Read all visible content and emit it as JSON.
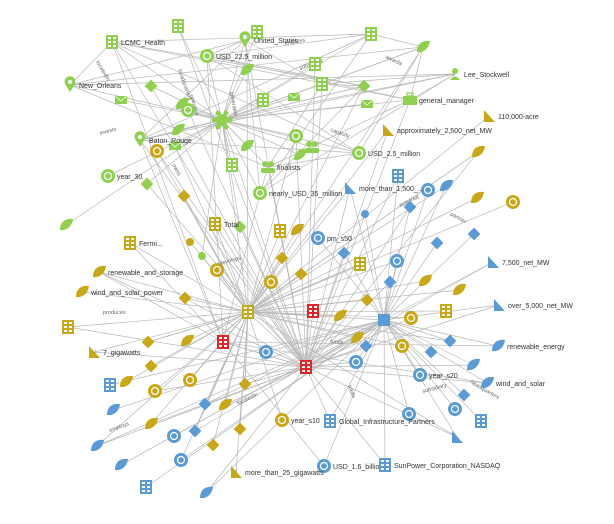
{
  "colors": {
    "green": "#8fd14f",
    "green_dark": "#6db33f",
    "gold": "#c9a817",
    "blue": "#5b9bd5",
    "blue_light": "#7fb3e6",
    "red": "#e02626",
    "edge": "#b8b8b8",
    "label": "#333333"
  },
  "nodes": [
    {
      "id": "lcmc_health",
      "label": "LCMC_Health",
      "icon": "building-icon",
      "color": "green"
    },
    {
      "id": "new_orleans",
      "label": "New_Orleans",
      "icon": "location-pin-icon",
      "color": "green"
    },
    {
      "id": "united_states",
      "label": "United_States",
      "icon": "location-pin-icon",
      "color": "green"
    },
    {
      "id": "usd_225_million",
      "label": "USD_22.5_million",
      "icon": "money-icon",
      "color": "green"
    },
    {
      "id": "general_manager",
      "label": "general_manager",
      "icon": "briefcase-icon",
      "color": "green"
    },
    {
      "id": "lee_stockwell",
      "label": "Lee_Stockwell",
      "icon": "person-icon",
      "color": "green"
    },
    {
      "id": "baton_rouge",
      "label": "Baton_Rouge",
      "icon": "location-pin-icon",
      "color": "green"
    },
    {
      "id": "usd_25_million",
      "label": "USD_2.5_million",
      "icon": "money-icon",
      "color": "green"
    },
    {
      "id": "finalists",
      "label": "finalists",
      "icon": "group-icon",
      "color": "green"
    },
    {
      "id": "nearly_usd_35_million",
      "label": "nearly_USD_35_million",
      "icon": "money-icon",
      "color": "green"
    },
    {
      "id": "approx_2500",
      "label": "approximately_2,500_net_MW",
      "icon": "measure-icon",
      "color": "gold"
    },
    {
      "id": "acre_110000",
      "label": "110,000-acre",
      "icon": "measure-icon",
      "color": "gold"
    },
    {
      "id": "more_than_1500",
      "label": "more_than_1,500_...",
      "icon": "measure-icon",
      "color": "blue"
    },
    {
      "id": "year_30",
      "label": "year_30",
      "icon": "money-icon",
      "color": "green"
    },
    {
      "id": "total",
      "label": "Total",
      "icon": "building-icon",
      "color": "gold"
    },
    {
      "id": "fermi",
      "label": "Fermi...",
      "icon": "building-icon",
      "color": "gold"
    },
    {
      "id": "mw_7500",
      "label": "7,500_net_MW",
      "icon": "measure-icon",
      "color": "blue"
    },
    {
      "id": "pm_s50",
      "label": "pm_s50",
      "icon": "money-icon",
      "color": "blue"
    },
    {
      "id": "renewable_and_storage",
      "label": "renewable_and_storage",
      "icon": "leaf-icon",
      "color": "gold"
    },
    {
      "id": "wind_and_solar_power",
      "label": "wind_and_solar_power",
      "icon": "leaf-icon",
      "color": "gold"
    },
    {
      "id": "over_5000",
      "label": "over_5,000_net_MW",
      "icon": "measure-icon",
      "color": "blue"
    },
    {
      "id": "renewable_energy",
      "label": "renewable_energy",
      "icon": "leaf-icon",
      "color": "blue"
    },
    {
      "id": "gigawatts_7",
      "label": "7_gigawatts",
      "icon": "measure-icon",
      "color": "gold"
    },
    {
      "id": "year_s20",
      "label": "year_s20",
      "icon": "money-icon",
      "color": "blue"
    },
    {
      "id": "wind_and_solar",
      "label": "wind_and_solar",
      "icon": "leaf-icon",
      "color": "blue"
    },
    {
      "id": "year_s10",
      "label": "year_s10",
      "icon": "money-icon",
      "color": "gold"
    },
    {
      "id": "global_infra",
      "label": "Global_Infrastructure_Partners",
      "icon": "building-icon",
      "color": "blue"
    },
    {
      "id": "usd_16_billion",
      "label": "USD_1.6_billion",
      "icon": "money-icon",
      "color": "blue"
    },
    {
      "id": "sunpower",
      "label": "SunPower_Corporation_NASDAQ",
      "icon": "building-icon",
      "color": "blue"
    },
    {
      "id": "more_than_25_gw",
      "label": "more_than_25_gigawatts",
      "icon": "measure-icon",
      "color": "gold"
    }
  ],
  "edge_labels": [
    "locatedIn",
    "headquarters",
    "employs",
    "subsidiary",
    "awards",
    "invests",
    "operates",
    "generates",
    "capacity",
    "owns",
    "acquired",
    "partner",
    "develops",
    "produces",
    "funds",
    "totals"
  ]
}
